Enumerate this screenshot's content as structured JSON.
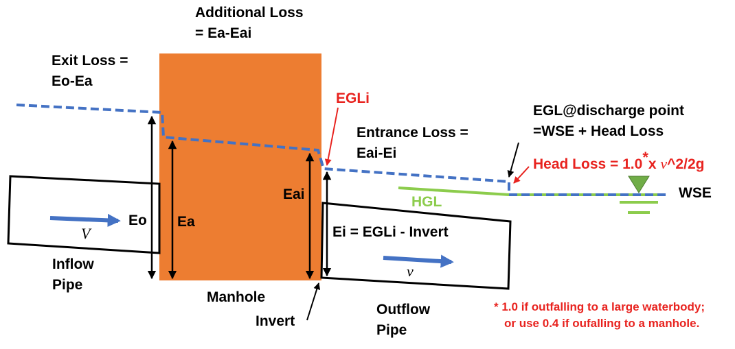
{
  "colors": {
    "manhole_fill": "#ed7d31",
    "egl_line": "#4472c4",
    "hgl_line": "#8ccc4c",
    "highlight_red": "#e8231f",
    "velocity_arrow": "#4472c4"
  },
  "labels": {
    "additional_loss_line1": "Additional Loss",
    "additional_loss_line2": "= Ea-Eai",
    "exit_loss_line1": "Exit Loss =",
    "exit_loss_line2": "Eo-Ea",
    "egli": "EGLi",
    "entrance_loss_line1": "Entrance Loss =",
    "entrance_loss_line2": "Eai-Ei",
    "egl_discharge_line1": "EGL@discharge point",
    "egl_discharge_line2": "=WSE + Head Loss",
    "head_loss_a": "Head Loss = 1.0",
    "head_loss_star": "*",
    "head_loss_b": "x ",
    "head_loss_v": "v",
    "head_loss_c": "^2/2g",
    "hgl": "HGL",
    "wse": "WSE",
    "eo": "Eo",
    "ea": "Ea",
    "eai": "Eai",
    "ei_formula": "Ei = EGLi - Invert",
    "inflow_velocity": "V",
    "outflow_velocity": "v",
    "inflow_pipe_line1": "Inflow",
    "inflow_pipe_line2": "Pipe",
    "manhole": "Manhole",
    "invert": "Invert",
    "outflow_pipe_line1": "Outflow",
    "outflow_pipe_line2": "Pipe",
    "footnote_line1": "* 1.0 if outfalling to a large waterbody;",
    "footnote_line2": "or use 0.4 if oufalling to a manhole."
  }
}
